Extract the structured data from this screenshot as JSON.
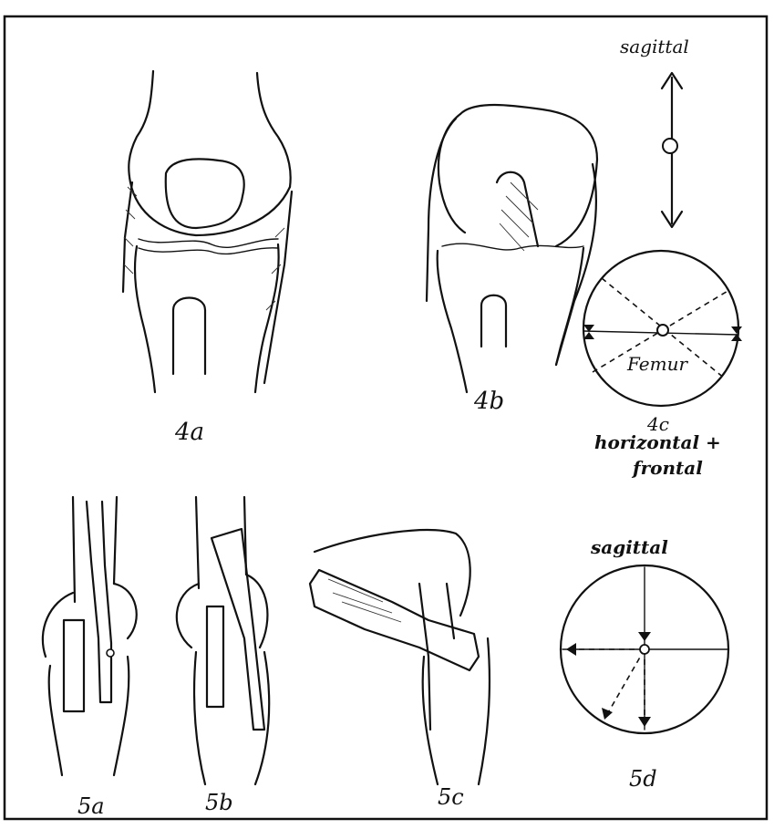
{
  "figure": {
    "panels": {
      "p4a": {
        "label": "4a"
      },
      "p4b": {
        "label": "4b"
      },
      "p4c": {
        "label": "4c",
        "top_label": "sagittal",
        "circle_label": "Femur",
        "bottom_label_line1": "horizontal +",
        "bottom_label_line2": "frontal"
      },
      "p5a": {
        "label": "5a"
      },
      "p5b": {
        "label": "5b"
      },
      "p5c": {
        "label": "5c"
      },
      "p5d": {
        "label": "5d",
        "top_label": "sagittal"
      }
    }
  }
}
